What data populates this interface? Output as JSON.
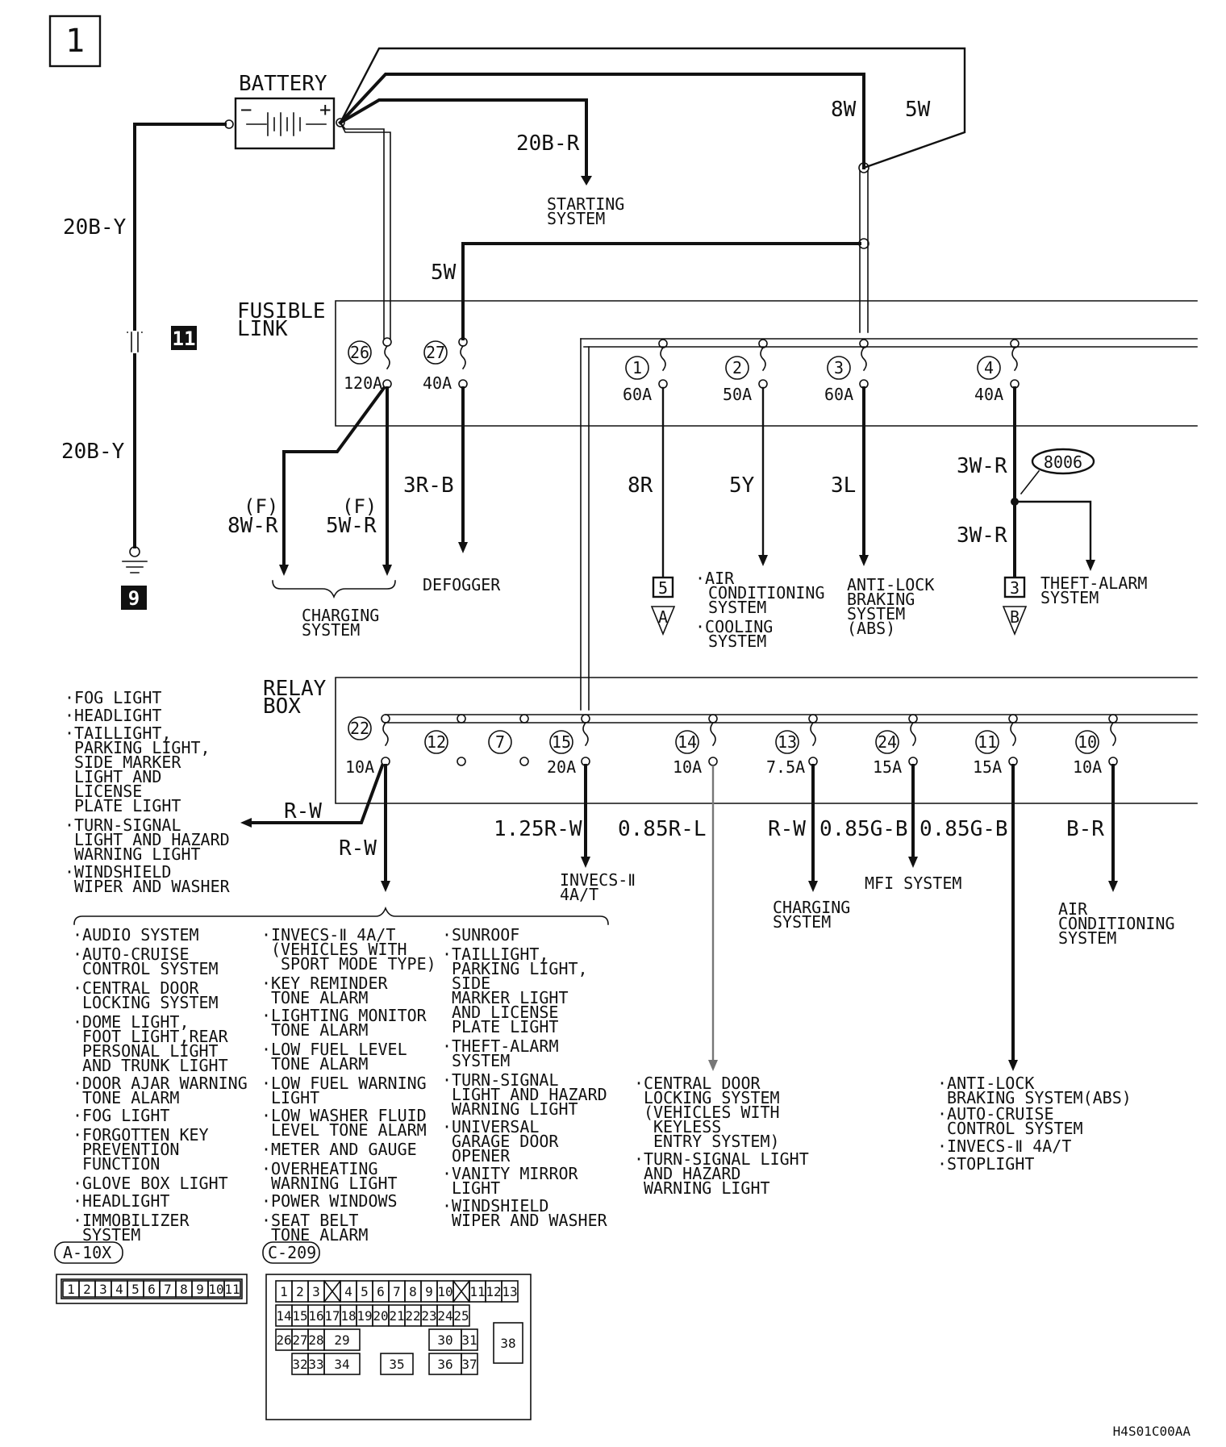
{
  "page_number": "1",
  "diagram_code": "H4S01C00AA",
  "battery": {
    "label": "BATTERY",
    "minus": "−",
    "plus": "+"
  },
  "wires": {
    "ground_top": "20B-Y",
    "ground_bottom": "20B-Y",
    "starting_wire": "20B-R",
    "w8": "8W",
    "w5a": "5W",
    "w5b": "5W",
    "fl26_left_f": "(F)",
    "fl26_left": "8W-R",
    "fl26_right_f": "(F)",
    "fl26_right": "5W-R",
    "fl27": "3R-B",
    "fl1": "8R",
    "fl2": "5Y",
    "fl3": "3L",
    "fl4a": "3W-R",
    "fl4b": "3W-R",
    "rb22a": "R-W",
    "rb22b": "R-W",
    "rb15": "1.25R-W",
    "rb14": "0.85R-L",
    "rb13": "R-W",
    "rb24": "0.85G-B",
    "rb11": "0.85G-B",
    "rb10": "B-R"
  },
  "markers": {
    "ground_conn": "11",
    "ground_point": "9",
    "splice": "8006",
    "conn_a": "5",
    "conn_b": "3",
    "tri_a": "A",
    "tri_b": "B"
  },
  "fusible_link": {
    "title_line1": "FUSIBLE",
    "title_line2": "LINK",
    "fuses": [
      {
        "num": "26",
        "amp": "120A"
      },
      {
        "num": "27",
        "amp": "40A"
      },
      {
        "num": "1",
        "amp": "60A"
      },
      {
        "num": "2",
        "amp": "50A"
      },
      {
        "num": "3",
        "amp": "60A"
      },
      {
        "num": "4",
        "amp": "40A"
      }
    ]
  },
  "relay_box": {
    "title_line1": "RELAY",
    "title_line2": "BOX",
    "fuses": [
      {
        "num": "22",
        "amp": "10A"
      },
      {
        "num": "12",
        "amp": ""
      },
      {
        "num": "7",
        "amp": ""
      },
      {
        "num": "15",
        "amp": "20A"
      },
      {
        "num": "14",
        "amp": "10A"
      },
      {
        "num": "13",
        "amp": "7.5A"
      },
      {
        "num": "24",
        "amp": "15A"
      },
      {
        "num": "11",
        "amp": "15A"
      },
      {
        "num": "10",
        "amp": "10A"
      }
    ]
  },
  "destinations": {
    "starting": [
      "STARTING",
      "SYSTEM"
    ],
    "charging_top": [
      "CHARGING",
      "SYSTEM"
    ],
    "defogger": [
      "DEFOGGER"
    ],
    "ac_cooling": [
      "·AIR",
      "CONDITIONING",
      "SYSTEM",
      "·COOLING",
      "SYSTEM"
    ],
    "abs": [
      "ANTI-LOCK",
      "BRAKING",
      "SYSTEM",
      "(ABS)"
    ],
    "theft": [
      "THEFT-ALARM",
      "SYSTEM"
    ],
    "invecs": [
      "INVECS-Ⅱ",
      "4A/T"
    ],
    "charging_bottom": [
      "CHARGING",
      "SYSTEM"
    ],
    "mfi": [
      "MFI SYSTEM"
    ],
    "ac_bottom": [
      "AIR",
      "CONDITIONING",
      "SYSTEM"
    ]
  },
  "left_list": [
    "·FOG LIGHT",
    "·HEADLIGHT",
    "·TAILLIGHT,",
    "PARKING LIGHT,",
    "SIDE MARKER",
    "LIGHT AND",
    "LICENSE",
    "PLATE LIGHT",
    "·TURN-SIGNAL",
    "LIGHT AND HAZARD",
    "WARNING LIGHT",
    "·WINDSHIELD",
    "WIPER AND WASHER"
  ],
  "col1": [
    "·AUDIO SYSTEM",
    "·AUTO-CRUISE",
    "CONTROL SYSTEM",
    "·CENTRAL DOOR",
    "LOCKING SYSTEM",
    "·DOME LIGHT,",
    "FOOT LIGHT,REAR",
    "PERSONAL LIGHT",
    "AND TRUNK LIGHT",
    "·DOOR AJAR WARNING",
    "TONE ALARM",
    "·FOG LIGHT",
    "·FORGOTTEN KEY",
    "PREVENTION",
    "FUNCTION",
    "·GLOVE BOX LIGHT",
    "·HEADLIGHT",
    "·IMMOBILIZER",
    "SYSTEM"
  ],
  "col2": [
    "·INVECS-Ⅱ 4A/T",
    "(VEHICLES WITH",
    "SPORT MODE TYPE)",
    "·KEY REMINDER",
    "TONE ALARM",
    "·LIGHTING MONITOR",
    "TONE ALARM",
    "·LOW FUEL LEVEL",
    "TONE ALARM",
    "·LOW FUEL WARNING",
    "LIGHT",
    "·LOW WASHER FLUID",
    "LEVEL TONE ALARM",
    "·METER AND GAUGE",
    "·OVERHEATING",
    "WARNING LIGHT",
    "·POWER WINDOWS",
    "·SEAT BELT",
    "TONE ALARM"
  ],
  "col3": [
    "·SUNROOF",
    "·TAILLIGHT,",
    "PARKING LIGHT,",
    "SIDE",
    "MARKER LIGHT",
    "AND LICENSE",
    "PLATE LIGHT",
    "·THEFT-ALARM",
    "SYSTEM",
    "·TURN-SIGNAL",
    "LIGHT AND HAZARD",
    "WARNING LIGHT",
    "·UNIVERSAL",
    "GARAGE DOOR",
    "OPENER",
    "·VANITY MIRROR",
    "LIGHT",
    "·WINDSHIELD",
    "WIPER AND WASHER"
  ],
  "col14": [
    "·CENTRAL DOOR",
    "LOCKING SYSTEM",
    "(VEHICLES WITH",
    "KEYLESS",
    "ENTRY SYSTEM)",
    "·TURN-SIGNAL LIGHT",
    "AND HAZARD",
    "WARNING LIGHT"
  ],
  "col11": [
    "·ANTI-LOCK",
    "BRAKING SYSTEM(ABS)",
    "·AUTO-CRUISE",
    "CONTROL SYSTEM",
    "·INVECS-Ⅱ 4A/T",
    "·STOPLIGHT"
  ],
  "connector_a": {
    "label": "A-10X",
    "pins": [
      "1",
      "2",
      "3",
      "4",
      "5",
      "6",
      "7",
      "8",
      "9",
      "10",
      "11"
    ]
  },
  "connector_c": {
    "label": "C-209",
    "row1": [
      "1",
      "2",
      "3",
      "",
      "4",
      "5",
      "6",
      "7",
      "8",
      "9",
      "10",
      "",
      "11",
      "12",
      "13"
    ],
    "row2": [
      "14",
      "15",
      "16",
      "17",
      "18",
      "19",
      "20",
      "21",
      "22",
      "23",
      "24",
      "25"
    ],
    "row3": [
      "26",
      "27",
      "28",
      "29",
      "30",
      "31",
      "38"
    ],
    "row4": [
      "32",
      "33",
      "34",
      "35",
      "36",
      "37"
    ]
  }
}
